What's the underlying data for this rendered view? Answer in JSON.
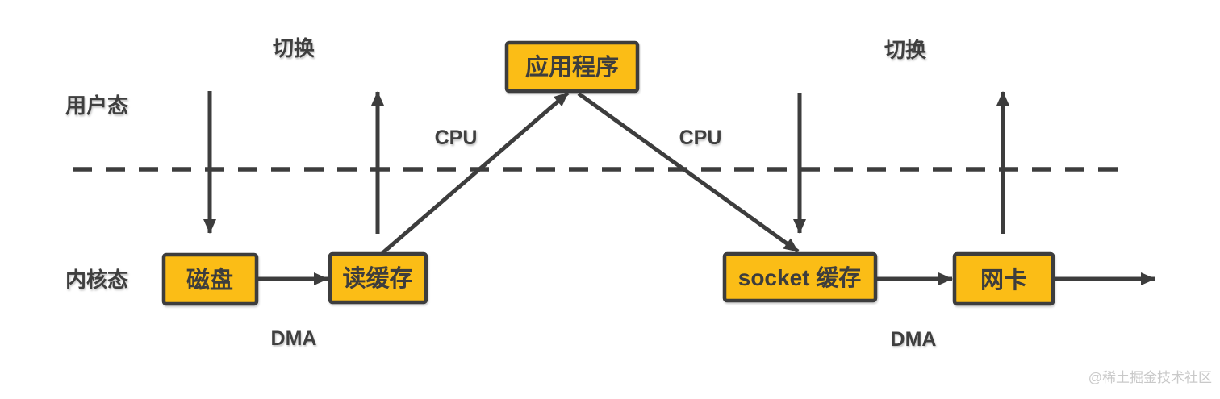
{
  "nodes": {
    "app": {
      "label": "应用程序"
    },
    "disk": {
      "label": "磁盘"
    },
    "read_buffer": {
      "label": "读缓存"
    },
    "socket_buffer": {
      "label": "socket 缓存"
    },
    "nic": {
      "label": "网卡"
    }
  },
  "labels": {
    "switch_left": "切换",
    "switch_right": "切换",
    "user_mode": "用户态",
    "kernel_mode": "内核态",
    "cpu_left": "CPU",
    "cpu_right": "CPU",
    "dma_left": "DMA",
    "dma_right": "DMA",
    "watermark": "@稀土掘金技术社区"
  },
  "edges": [
    {
      "name": "switch-down-left",
      "from": "user-mode",
      "to": "disk"
    },
    {
      "name": "switch-up-left",
      "from": "read-buffer",
      "to": "user-mode"
    },
    {
      "name": "disk-to-read-buffer",
      "from": "disk",
      "to": "read_buffer"
    },
    {
      "name": "read-buffer-to-app",
      "from": "read_buffer",
      "to": "app"
    },
    {
      "name": "app-to-socket-buffer",
      "from": "app",
      "to": "socket_buffer"
    },
    {
      "name": "switch-down-right",
      "from": "user-mode",
      "to": "socket_buffer"
    },
    {
      "name": "switch-up-right",
      "from": "nic",
      "to": "user-mode"
    },
    {
      "name": "socket-buffer-to-nic",
      "from": "socket_buffer",
      "to": "nic"
    },
    {
      "name": "nic-out",
      "from": "nic",
      "to": "out"
    }
  ],
  "colors": {
    "node_fill": "#FBBD16",
    "node_border": "#3D3D3D",
    "line": "#3D3D3D",
    "label_text": "#3F3F3F",
    "watermark": "#C9C9C9",
    "background": "#FFFFFF"
  }
}
